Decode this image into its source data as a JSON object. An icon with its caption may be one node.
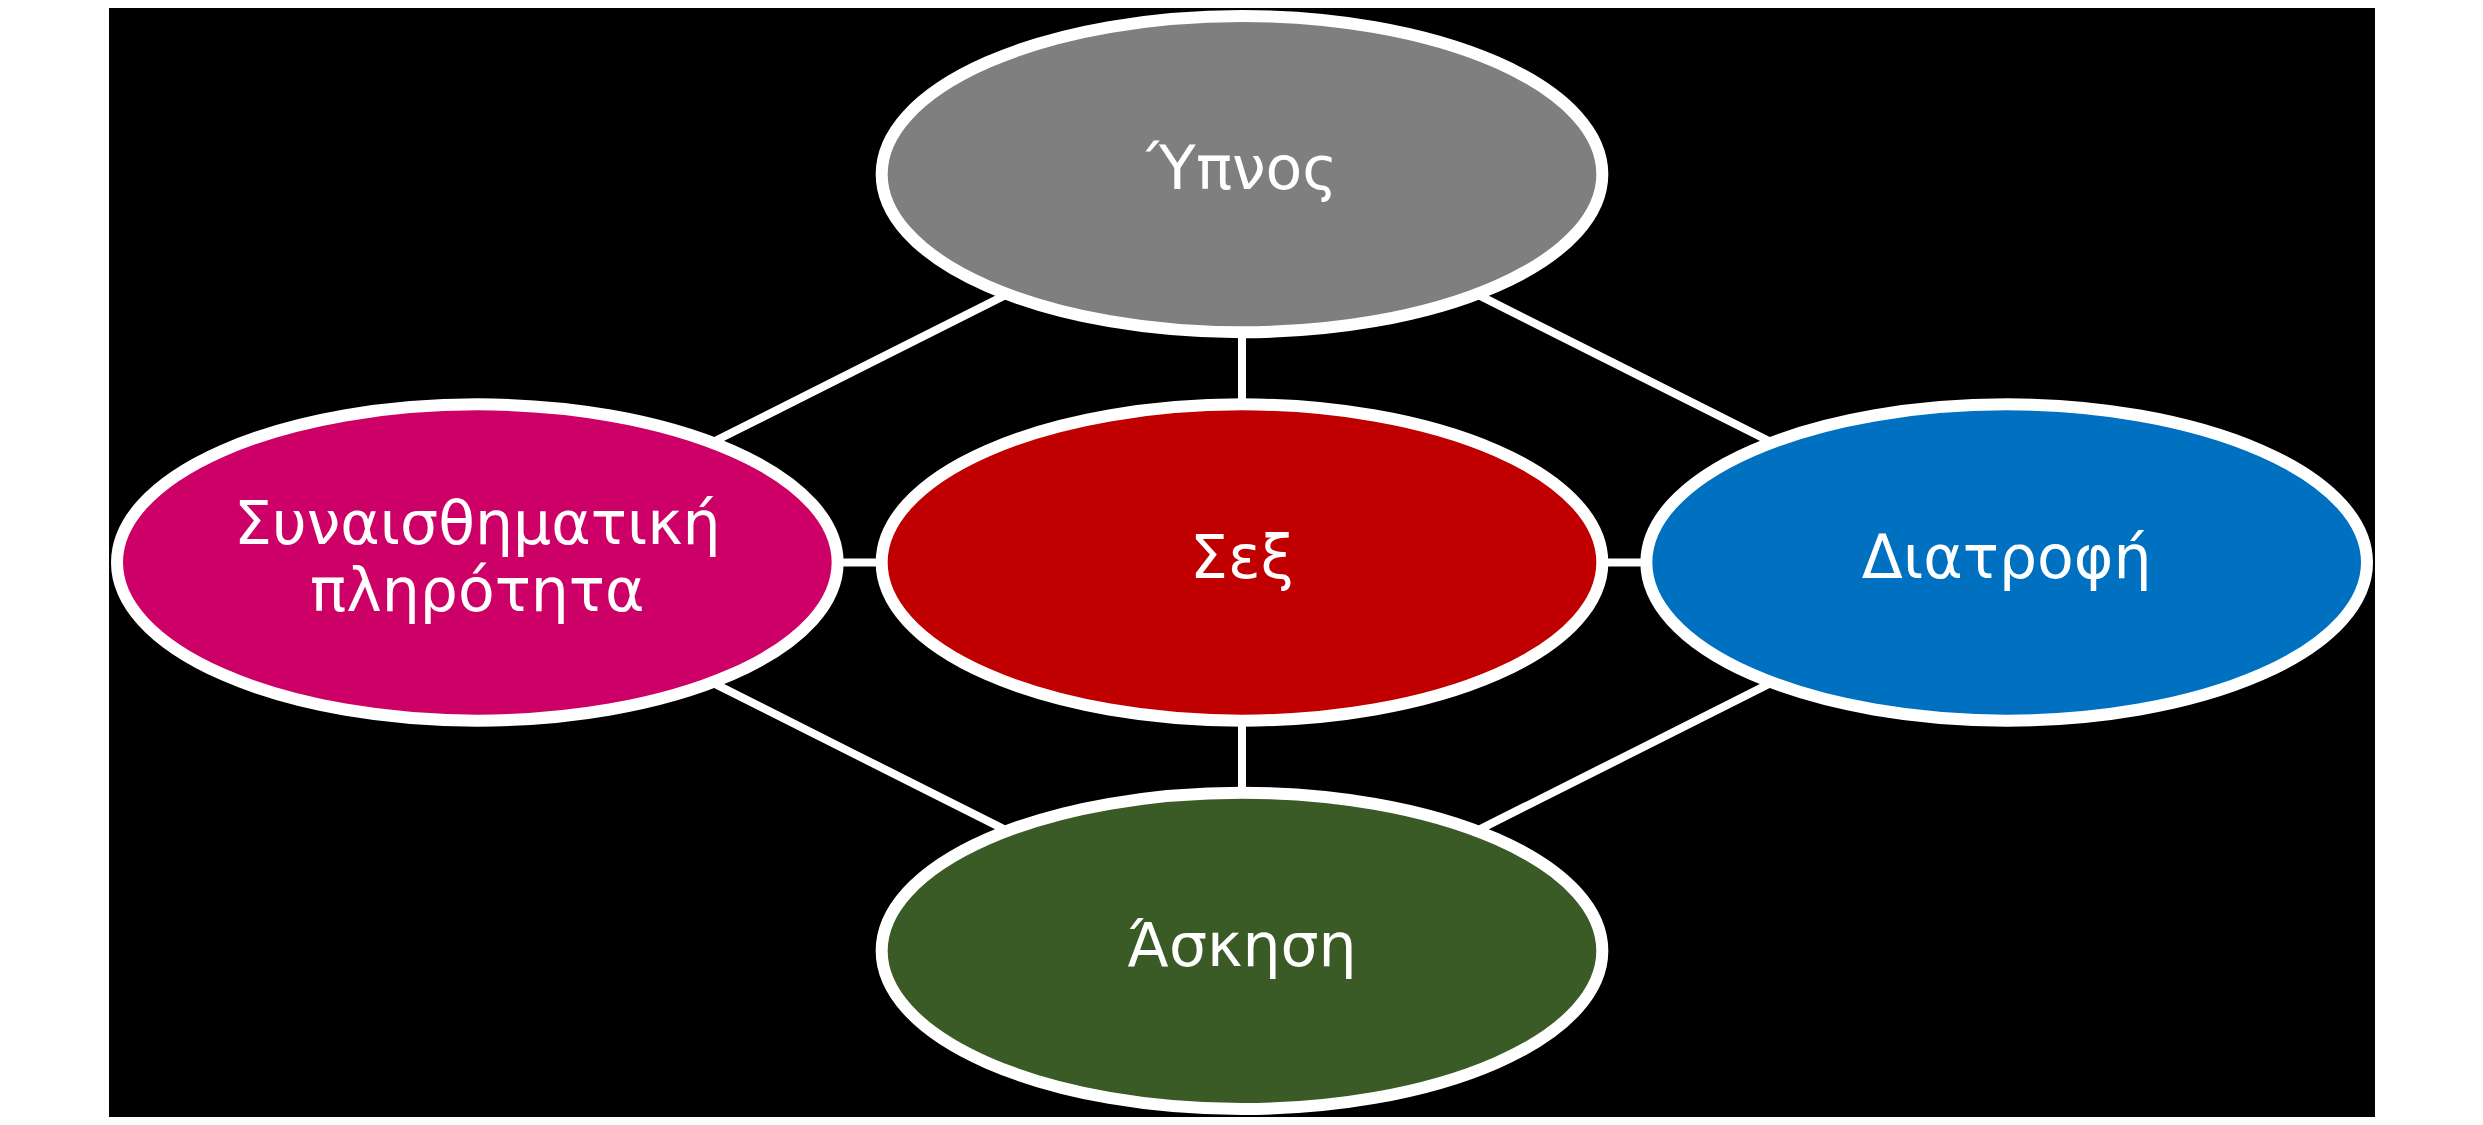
{
  "diagram": {
    "nodes": [
      {
        "text": [
          "Ύπνος"
        ]
      },
      {
        "text": [
          "Συναισθηματική πληρότητα"
        ]
      },
      {
        "text": [
          "Σεξ"
        ]
      },
      {
        "text": [
          "Διατροφή"
        ]
      },
      {
        "text": [
          "Άσκηση"
        ]
      }
    ],
    "edges": [
      {
        "from": 0,
        "to": 1,
        "arrow": "none"
      },
      {
        "from": 0,
        "to": 3,
        "arrow": "none"
      },
      {
        "from": 0,
        "to": 2,
        "arrow": "none"
      },
      {
        "from": 1,
        "to": 2,
        "arrow": "none"
      },
      {
        "from": 2,
        "to": 3,
        "arrow": "none"
      },
      {
        "from": 2,
        "to": 4,
        "arrow": "none"
      },
      {
        "from": 1,
        "to": 4,
        "arrow": "none"
      },
      {
        "from": 3,
        "to": 4,
        "arrow": "none"
      }
    ]
  }
}
